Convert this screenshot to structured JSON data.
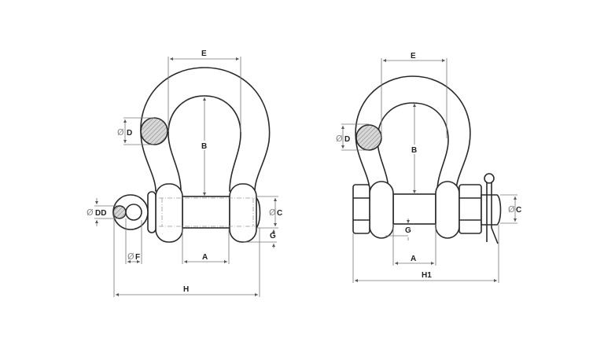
{
  "diagram": {
    "type": "technical drawing",
    "subject": "Bow shackles with dimension callouts",
    "diameter_symbol": "Ø",
    "views": [
      {
        "id": "screw-pin-shackle",
        "labels": {
          "E": "E",
          "D": "D",
          "B": "B",
          "DD": "DD",
          "C": "C",
          "G": "G",
          "F": "F",
          "A": "A",
          "H": "H"
        }
      },
      {
        "id": "bolt-type-shackle",
        "labels": {
          "E": "E",
          "D": "D",
          "B": "B",
          "C": "C",
          "G": "G",
          "A": "A",
          "H1": "H1"
        }
      }
    ]
  }
}
